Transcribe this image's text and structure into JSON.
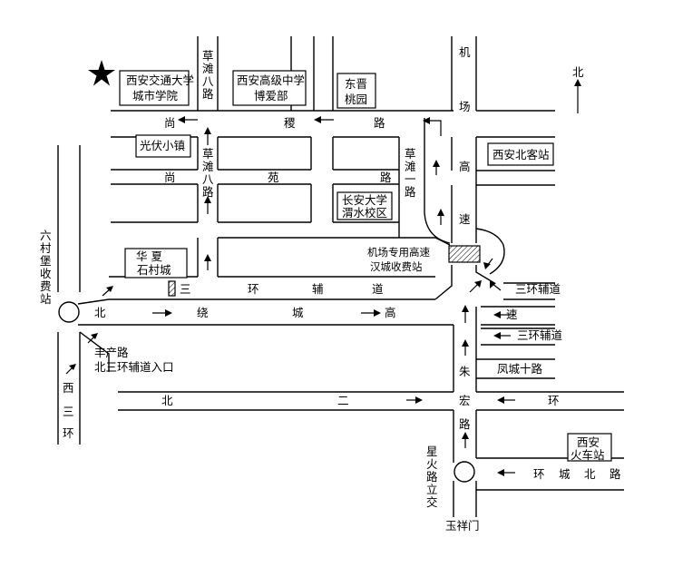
{
  "landmarks": {
    "xjtu_city_college": [
      "西安交通大学",
      "城市学院"
    ],
    "high_school": [
      "西安高级中学",
      "博爱部"
    ],
    "dongjin": [
      "东晋",
      "桃园"
    ],
    "guangfu": "光伏小镇",
    "changan_univ": [
      "长安大学",
      "渭水校区"
    ],
    "huaxia": [
      "华  夏",
      "石村城"
    ],
    "north_bus": "西安北客站",
    "toll": [
      "机场专用高速",
      "汉城收费站"
    ],
    "train_station": [
      "西安",
      "火车站"
    ],
    "fengchan": [
      "丰产路",
      "北三环辅道入口"
    ],
    "yuxiang": "玉祥门"
  },
  "roads": {
    "shangji": [
      "尚",
      "稷",
      "路"
    ],
    "shangyuan": [
      "尚",
      "苑",
      "路"
    ],
    "caotan8": [
      "草",
      "滩",
      "八",
      "路"
    ],
    "caotan8_lower": [
      "草",
      "滩",
      "八",
      "路"
    ],
    "caotan1": [
      "草",
      "滩",
      "一",
      "路"
    ],
    "airport": [
      "机",
      "场",
      "高",
      "速"
    ],
    "north3_aux": [
      "三",
      "环",
      "辅",
      "道"
    ],
    "north_ring": [
      "北",
      "绕",
      "城",
      "高"
    ],
    "su": "速",
    "liucun": [
      "六",
      "村",
      "堡",
      "收",
      "费",
      "站"
    ],
    "west3": [
      "西",
      "三",
      "环"
    ],
    "zhuhong": [
      "朱",
      "宏",
      "路"
    ],
    "north2": [
      "北",
      "二",
      "环"
    ],
    "fengcheng10": "凤城十路",
    "ring3_aux_a": "三环辅道",
    "ring3_aux_b": "三环辅道",
    "ring_north": [
      "环",
      "城",
      "北",
      "路"
    ],
    "xinghuo": [
      "星",
      "火",
      "路",
      "立",
      "交"
    ]
  },
  "compass": {
    "north_label": "北"
  },
  "icons": {
    "location": "star-icon",
    "compass": "north-arrow-icon"
  }
}
